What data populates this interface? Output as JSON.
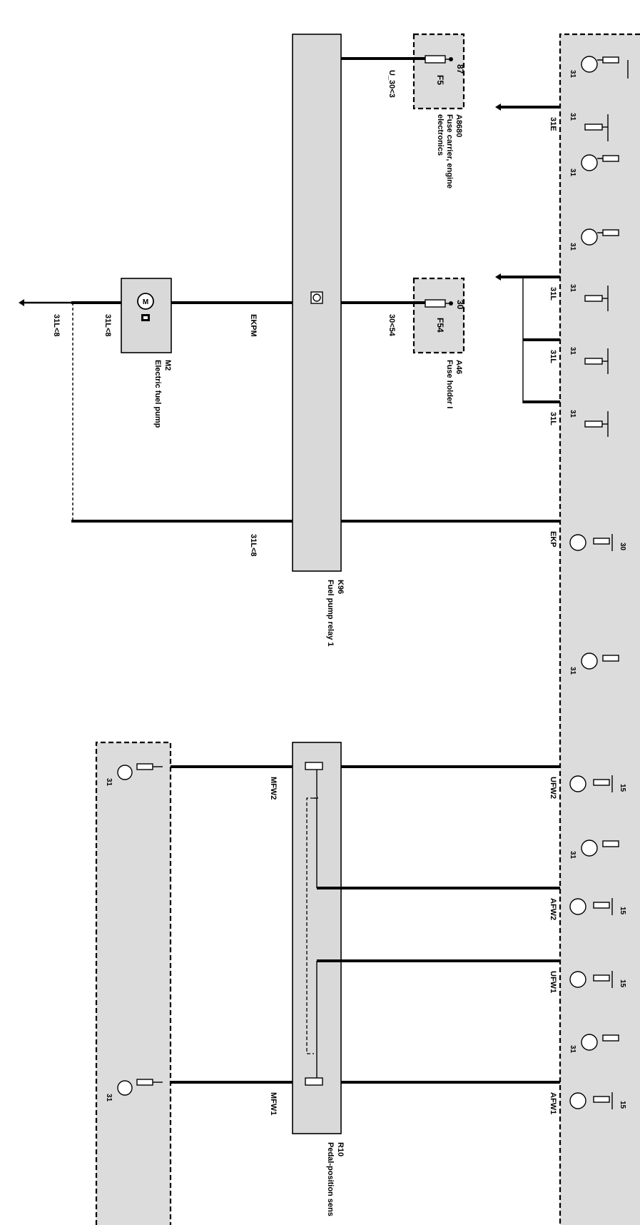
{
  "components": {
    "fuse_carrier": {
      "id": "A8680",
      "name": "Fuse carrier, engine",
      "name2": "electronics",
      "fuse": "F5",
      "pin": "87"
    },
    "fuse_holder": {
      "id": "A46",
      "name": "Fuse holder I",
      "fuse": "F54",
      "pin": "30"
    },
    "pump": {
      "id": "M2",
      "name": "Electric fuel pump",
      "motor_symbol": "M"
    },
    "relay": {
      "id": "K96",
      "name": "Fuel pump relay 1"
    },
    "pedal_sensor": {
      "id": "R10",
      "name": "Pedal-position sens"
    }
  },
  "wires": {
    "u30": "U_30<3",
    "f3054": "30<54",
    "ekpm": "EKPM",
    "l31a": "31L<8",
    "l31b": "31L<8",
    "l31c": "31L<8",
    "e31": "31E",
    "l31_1": "31L",
    "l31_2": "31L",
    "l31_3": "31L",
    "ekp": "EKP",
    "ufw2": "UFW2",
    "afw2": "AFW2",
    "ufw1": "UFW1",
    "afw1": "AFW1",
    "mfw2": "MFW2",
    "mfw1": "MFW1"
  },
  "pins": {
    "p31": "31",
    "p30": "30",
    "p15": "15"
  }
}
